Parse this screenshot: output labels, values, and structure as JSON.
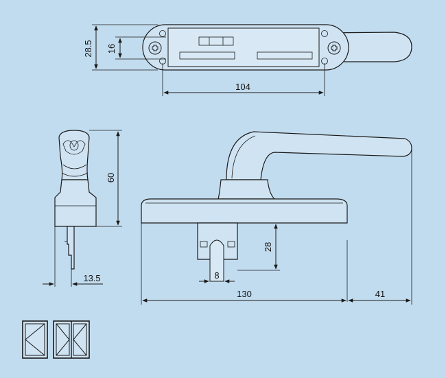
{
  "dimensions": {
    "top_height_outer": "28.5",
    "top_height_inner": "16",
    "top_width": "104",
    "side_height": "60",
    "side_depth": "13.5",
    "front_slot_height": "28",
    "front_slot_width": "8",
    "front_base_length": "130",
    "front_handle_extension": "41"
  },
  "colors": {
    "background": "#c2dcef",
    "line": "#1a1a1a",
    "part_fill": "#cfe3f2"
  },
  "icons": {
    "legend_window_single": "single-casement-window-icon",
    "legend_window_double": "double-casement-window-icon"
  }
}
